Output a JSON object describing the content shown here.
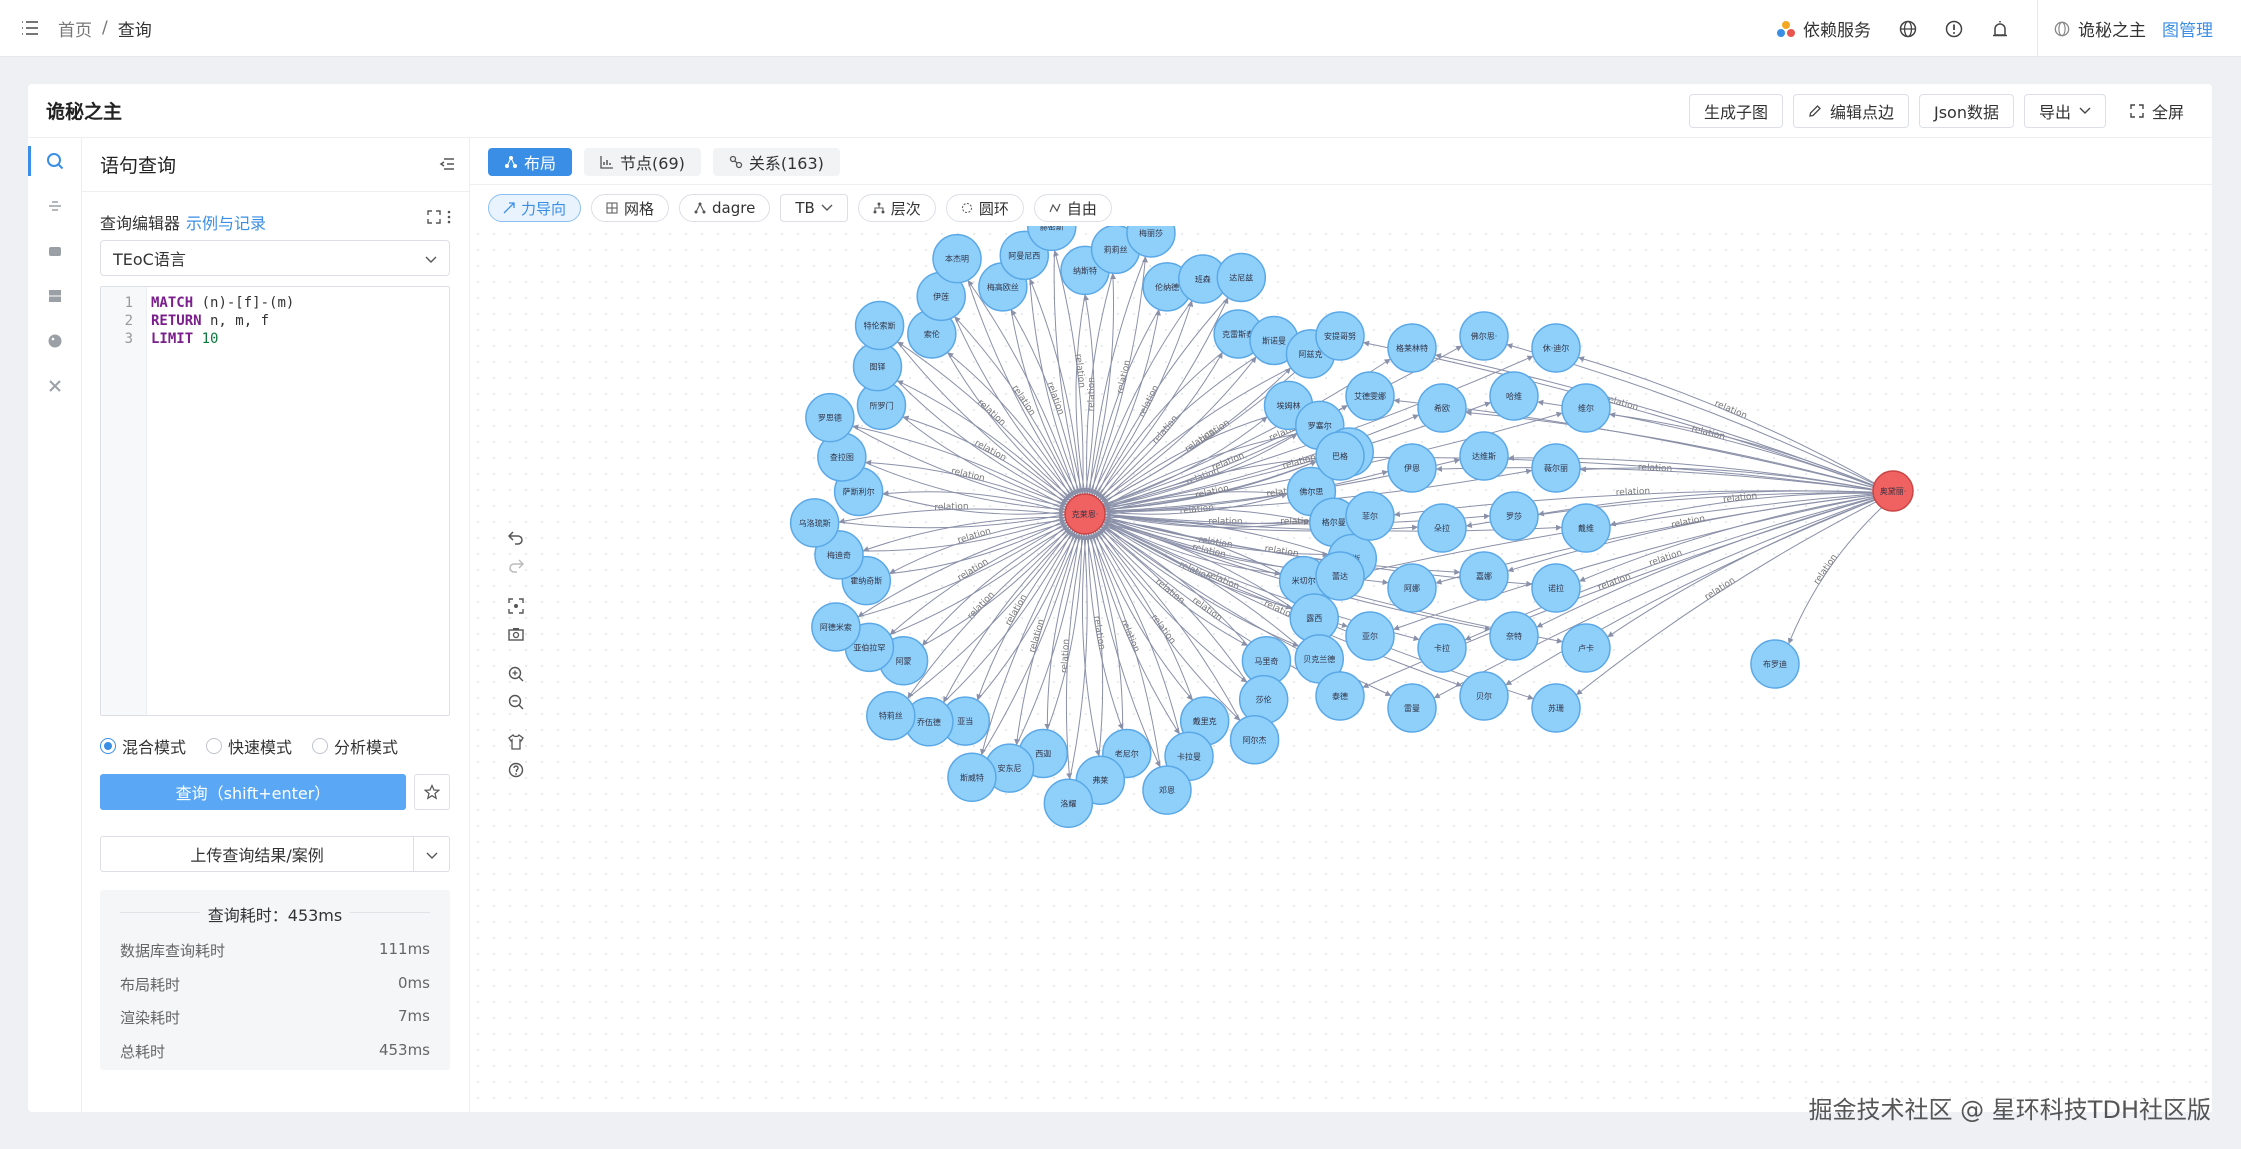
{
  "topbar": {
    "breadcrumb": [
      "首页",
      "/",
      "查询"
    ],
    "dependency": "依赖服务",
    "project": "诡秘之主",
    "project_link": "图管理"
  },
  "card": {
    "title": "诡秘之主",
    "actions": [
      "生成子图",
      "编辑点边",
      "Json数据",
      "导出",
      "全屏"
    ]
  },
  "query": {
    "title": "语句查询",
    "editor_label": "查询编辑器",
    "examples_link": "示例与记录",
    "language": "TEoC语言",
    "code": [
      {
        "n": "1",
        "parts": [
          {
            "t": "MATCH",
            "c": "kw"
          },
          {
            "t": " (n)-[f]-(m)",
            "c": ""
          }
        ]
      },
      {
        "n": "2",
        "parts": [
          {
            "t": "RETURN",
            "c": "kw"
          },
          {
            "t": " n, m, f",
            "c": ""
          }
        ]
      },
      {
        "n": "3",
        "parts": [
          {
            "t": "LIMIT",
            "c": "kw"
          },
          {
            "t": " 10",
            "c": "num"
          }
        ]
      }
    ],
    "modes": [
      "混合模式",
      "快速模式",
      "分析模式"
    ],
    "selected_mode": "混合模式",
    "run": "查询（shift+enter）",
    "upload": "上传查询结果/案例",
    "stats": {
      "title": "查询耗时：453ms",
      "rows": [
        {
          "label": "数据库查询耗时",
          "value": "111ms"
        },
        {
          "label": "布局耗时",
          "value": "0ms"
        },
        {
          "label": "渲染耗时",
          "value": "7ms"
        },
        {
          "label": "总耗时",
          "value": "453ms"
        }
      ]
    }
  },
  "graph": {
    "tabs": [
      "布局",
      "节点(69)",
      "关系(163)"
    ],
    "layouts": [
      "力导向",
      "网格",
      "dagre",
      "TB",
      "层次",
      "圆环",
      "自由"
    ],
    "edge_label": "relation",
    "hub_left": "克莱恩·莫雷蒂",
    "hub_right": "奥黛丽·霍尔",
    "ring_nodes": [
      "纳斯特",
      "莉莉丝",
      "梅丽莎",
      "伦纳德",
      "班森",
      "达尼兹",
      "克雷斯泰",
      "斯诺曼",
      "阿兹克",
      "埃姆林",
      "罗塞尔",
      "休",
      "佛尔思",
      "格尔曼",
      "因斯",
      "米切尔",
      "露西",
      "贝克兰德",
      "马里奇",
      "莎伦",
      "阿尔杰",
      "戴里克",
      "卡拉曼",
      "邓恩",
      "老尼尔",
      "弗莱",
      "洛耀",
      "西迦",
      "安东尼",
      "斯威特",
      "亚当",
      "乔伍德",
      "特莉丝",
      "阿蒙",
      "亚伯拉罕",
      "阿德米索尔",
      "霍纳奇斯",
      "梅迪奇",
      "乌洛琉斯",
      "萨斯利尔",
      "查拉图",
      "罗思德",
      "所罗门",
      "图铎",
      "特伦索斯特",
      "索伦",
      "伊莲",
      "本杰明",
      "梅高欧丝",
      "阿曼尼西斯",
      "赫密斯"
    ],
    "right_nodes": [
      "安提哥努斯",
      "格莱林特",
      "佛尔思·沃尔",
      "休·迪尔查",
      "艾德雯娜",
      "希欧",
      "哈维",
      "维尔",
      "巴格",
      "伊恩",
      "达维斯",
      "薇尔丽",
      "菲尔",
      "朵拉",
      "罗莎",
      "戴维",
      "蕾达",
      "阿娜",
      "嘉娜",
      "诺拉",
      "亚尔",
      "卡拉",
      "奈特",
      "卢卡",
      "泰德",
      "雷曼",
      "贝尔",
      "苏珊"
    ],
    "extra_node": "布罗迪"
  },
  "watermark": "掘金技术社区 @ 星环科技TDH社区版"
}
